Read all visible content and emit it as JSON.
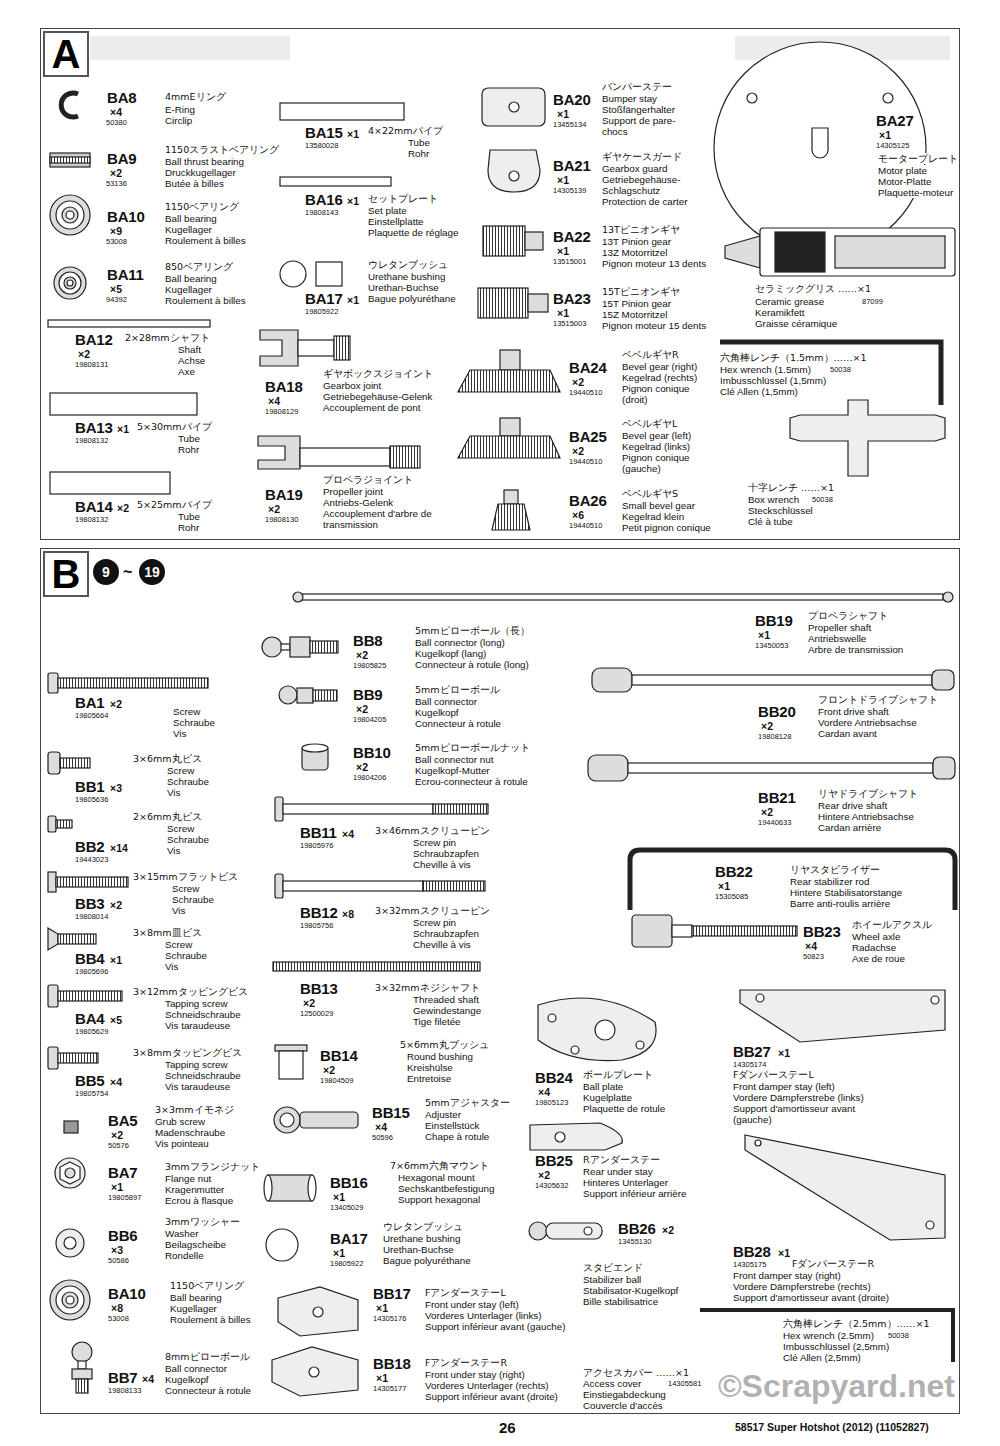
{
  "diagram": {
    "nodes": [
      {
        "text": [
          "A"
        ]
      },
      {
        "text": [
          "B",
          "9",
          "~",
          "19"
        ]
      }
    ],
    "edges": [],
    "labels": [
      "BA8",
      "×4",
      "50380",
      "4mmEリング",
      "E-Ring",
      "Circlip",
      "BA9",
      "×2",
      "53136",
      "1150スラストベアリング",
      "Ball thrust bearing",
      "Druckkugellager",
      "Butée à billes",
      "BA10",
      "×9",
      "53008",
      "1150ベアリング",
      "Ball bearing",
      "Kugellager",
      "Roulement à billes",
      "BA11",
      "×5",
      "94392",
      "850ベアリング",
      "Ball bearing",
      "Kugellager",
      "Roulement à billes",
      "BA12",
      "×2",
      "19808131",
      "2×28mmシャフト",
      "Shaft",
      "Achse",
      "Axe",
      "BA13",
      "×1",
      "19808132",
      "5×30mmパイプ",
      "Tube",
      "Rohr",
      "BA14",
      "×2",
      "19808132",
      "5×25mmパイプ",
      "Tube",
      "Rohr",
      "BA15",
      "×1",
      "13580028",
      "4×22mmパイプ",
      "Tube",
      "Rohr",
      "BA16",
      "×1",
      "19808143",
      "セットプレート",
      "Set plate",
      "Einstellplatte",
      "Plaquette de réglage",
      "BA17",
      "×1",
      "19805922",
      "ウレタンブッシュ",
      "Urethane bushing",
      "Urethan-Buchse",
      "Bague polyuréthane",
      "BA18",
      "×4",
      "19808129",
      "ギヤボックスジョイント",
      "Gearbox joint",
      "Getriebegehäuse-Gelenk",
      "Accouplement de pont",
      "BA19",
      "×2",
      "19808130",
      "プロペラジョイント",
      "Propeller joint",
      "Antriebs-Gelenk",
      "Accouplement d'arbre de transmission",
      "BA20",
      "×1",
      "13455134",
      "バンパーステー",
      "Bumper stay",
      "Stoßfängerhalter",
      "Support de pare-chocs",
      "BA21",
      "×1",
      "14305139",
      "ギヤケースガード",
      "Gearbox guard",
      "Getriebegehäuse-Schlagschutz",
      "Protection de carter",
      "BA22",
      "×1",
      "13515001",
      "13Tピニオンギヤ",
      "13T Pinion gear",
      "13Z Motorritzel",
      "Pignon moteur 13 dents",
      "BA23",
      "×1",
      "13515003",
      "15Tピニオンギヤ",
      "15T Pinion gear",
      "15Z Motorritzel",
      "Pignon moteur 15 dents",
      "BA24",
      "×2",
      "19440510",
      "ベベルギヤR",
      "Bevel gear (right)",
      "Kegelrad (rechts)",
      "Pignon conique (droit)",
      "BA25",
      "×2",
      "19440510",
      "ベベルギヤL",
      "Bevel gear (left)",
      "Kegelrad (links)",
      "Pignon conique (gauche)",
      "BA26",
      "×6",
      "19440510",
      "ベベルギヤS",
      "Small bevel gear",
      "Kegelrad klein",
      "Petit pignon conique",
      "BA27",
      "×1",
      "14305125",
      "モータープレート",
      "Motor plate",
      "Motor-Platte",
      "Plaquette-moteur",
      "セラミックグリス ……×1",
      "Ceramic grease",
      "Keramikfett",
      "Graisse céramique",
      "87099",
      "六角棒レンチ（1.5mm）……×1",
      "Hex wrench (1.5mm)",
      "Imbusschlüssel (1,5mm)",
      "Clé Allen (1,5mm)",
      "50038",
      "十字レンチ ……×1",
      "Box wrench",
      "Steckschlüssel",
      "Clé à tube",
      "50038",
      "BA1",
      "×2",
      "19805664",
      "Screw",
      "Schraube",
      "Vis",
      "BB1",
      "×3",
      "19805636",
      "3×6mm丸ビス",
      "Screw",
      "Schraube",
      "Vis",
      "BB2",
      "×14",
      "19443023",
      "2×6mm丸ビス",
      "Screw",
      "Schraube",
      "Vis",
      "BB3",
      "×2",
      "19808014",
      "3×15mmフラットビス",
      "Screw",
      "Schraube",
      "Vis",
      "BB4",
      "×1",
      "19805696",
      "3×8mm皿ビス",
      "Screw",
      "Schraube",
      "Vis",
      "BA4",
      "×5",
      "19805629",
      "3×12mmタッピングビス",
      "Tapping screw",
      "Schneidschraube",
      "Vis taraudeuse",
      "BB5",
      "×4",
      "19805754",
      "3×8mmタッピングビス",
      "Tapping screw",
      "Schneidschraube",
      "Vis taraudeuse",
      "BA5",
      "×2",
      "50576",
      "3×3mmイモネジ",
      "Grub screw",
      "Madenschraube",
      "Vis pointeau",
      "BA7",
      "×1",
      "19805897",
      "3mmフランジナット",
      "Flange nut",
      "Kragenmutter",
      "Ecrou à flasque",
      "BB6",
      "×3",
      "50586",
      "3mmワッシャー",
      "Washer",
      "Beilagscheibe",
      "Rondelle",
      "BA10",
      "×8",
      "53008",
      "1150ベアリング",
      "Ball bearing",
      "Kugellager",
      "Roulement à billes",
      "BB7",
      "×4",
      "19808133",
      "8mmピローボール",
      "Ball connector",
      "Kugelkopf",
      "Connecteur à rotule",
      "BB8",
      "×2",
      "19805825",
      "5mmピローボール（長）",
      "Ball connector (long)",
      "Kugelkopf (lang)",
      "Connecteur à rotule (long)",
      "BB9",
      "×2",
      "19804205",
      "5mmピローボール",
      "Ball connector",
      "Kugelkopf",
      "Connecteur à rotule",
      "BB10",
      "×2",
      "19804206",
      "5mmピローボールナット",
      "Ball connector nut",
      "Kugelkopf-Mutter",
      "Ecrou-connecteur à rotule",
      "BB11",
      "×4",
      "19805976",
      "3×46mmスクリューピン",
      "Screw pin",
      "Schraubzapfen",
      "Cheville à vis",
      "BB12",
      "×8",
      "19805756",
      "3×32mmスクリューピン",
      "Screw pin",
      "Schraubzapfen",
      "Cheville à vis",
      "BB13",
      "×2",
      "12500029",
      "3×32mmネジシャフト",
      "Threaded shaft",
      "Gewindestange",
      "Tige filetée",
      "BB14",
      "×2",
      "19804509",
      "5×6mm丸ブッシュ",
      "Round bushing",
      "Kreishülse",
      "Entretoise",
      "BB15",
      "×4",
      "50596",
      "5mmアジャスター",
      "Adjuster",
      "Einstellstück",
      "Chape à rotule",
      "BB16",
      "×1",
      "13405029",
      "7×6mm六角マウント",
      "Hexagonal mount",
      "Sechskantbefestigung",
      "Support hexagonal",
      "BA17",
      "×1",
      "19805922",
      "ウレタンブッシュ",
      "Urethane bushing",
      "Urethan-Buchse",
      "Bague polyuréthane",
      "BB17",
      "×1",
      "14305176",
      "FアンダーステーL",
      "Front under stay (left)",
      "Vorderes Unterlager (links)",
      "Support inférieur avant (gauche)",
      "BB18",
      "×1",
      "14305177",
      "FアンダーステーR",
      "Front under stay (right)",
      "Vorderes Unterlager (rechts)",
      "Support inférieur avant (droite)",
      "BB19",
      "×1",
      "13450053",
      "プロペラシャフト",
      "Propeller shaft",
      "Antriebswelle",
      "Arbre de transmission",
      "BB20",
      "×2",
      "19808128",
      "フロントドライブシャフト",
      "Front drive shaft",
      "Vordere Antriebsachse",
      "Cardan avant",
      "BB21",
      "×2",
      "19440633",
      "リヤドライブシャフト",
      "Rear drive shaft",
      "Hintere Antriebsachse",
      "Cardan arrière",
      "BB22",
      "×1",
      "15305085",
      "リヤスタビライザー",
      "Rear stabilizer rod",
      "Hintere Stabilisatorstange",
      "Barre anti-roulis arrière",
      "BB23",
      "×4",
      "50823",
      "ホイールアクスル",
      "Wheel axle",
      "Radachse",
      "Axe de roue",
      "BB24",
      "×4",
      "19805123",
      "ボールプレート",
      "Ball plate",
      "Kugelplatte",
      "Plaquette de rotule",
      "BB25",
      "×2",
      "14305632",
      "Rアンダーステー",
      "Rear under stay",
      "Hinteres Unterlager",
      "Support inférieur arrière",
      "BB26",
      "×2",
      "13455130",
      "スタビエンド",
      "Stabilizer ball",
      "Stabilisator-Kugelkopf",
      "Bille stabilisatrice",
      "BB27",
      "×1",
      "14305174",
      "FダンパーステーL",
      "Front damper stay (left)",
      "Vordere Dämpferstrebe (links)",
      "Support d'amortisseur avant (gauche)",
      "BB28",
      "×1",
      "14305175",
      "FダンパーステーR",
      "Front damper stay (right)",
      "Vordere Dämpferstrebe (rechts)",
      "Support d'amortisseur avant (droite)",
      "六角棒レンチ（2.5mm）……×1",
      "Hex wrench (2.5mm)",
      "Imbusschlüssel (2,5mm)",
      "Clé Allen (2,5mm)",
      "50038",
      "アクセスカバー ……×1",
      "14305581",
      "Access cover",
      "Einstiegabdeckung",
      "Couvercle d'accès",
      "26",
      "58517 Super Hotshot (2012) (11052827)",
      "©Scrapyard.net"
    ]
  }
}
